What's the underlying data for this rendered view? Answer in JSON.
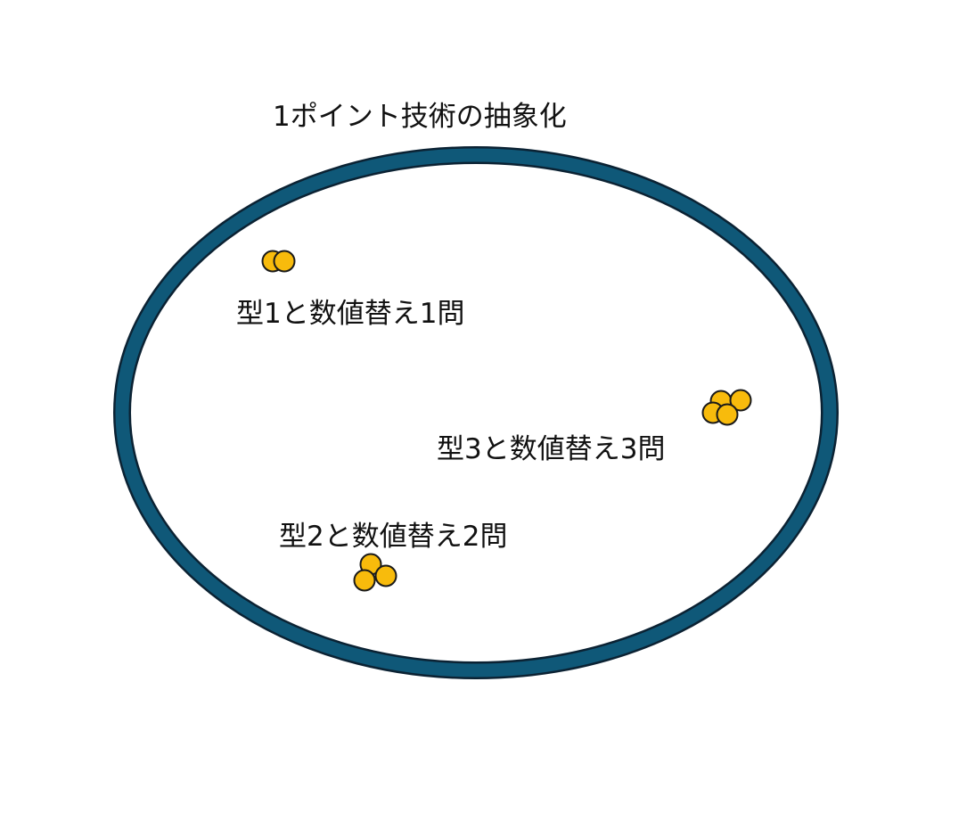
{
  "title": "1ポイント技術の抽象化",
  "colors": {
    "ellipse_stroke": "#0f5878",
    "ellipse_outline": "#0b2233",
    "dot_fill": "#f8bb0c",
    "dot_stroke": "#1a1a1a",
    "background": "#ffffff"
  },
  "groups": [
    {
      "label": "型1と数値替え1問",
      "problem_count": 1
    },
    {
      "label": "型2と数値替え2問",
      "problem_count": 2
    },
    {
      "label": "型3と数値替え3問",
      "problem_count": 3
    }
  ]
}
